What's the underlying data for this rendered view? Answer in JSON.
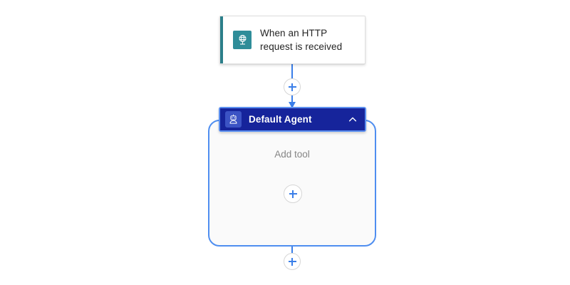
{
  "canvas": {
    "background": "#ffffff",
    "accent_blue": "#3a7ee8",
    "agent_navy": "#16249b",
    "agent_border": "#4f8ef0",
    "trigger_teal": "#2f8d99"
  },
  "trigger": {
    "label": "When an HTTP request is received",
    "icon": "globe-http-icon",
    "accent_color": "#2c7f8a"
  },
  "agent": {
    "title": "Default Agent",
    "icon": "robot-icon",
    "collapse_icon": "chevron-up-icon",
    "body": {
      "add_tool_label": "Add tool",
      "add_tool_button_icon": "plus-icon"
    }
  },
  "connectors": {
    "insert_above_agent_icon": "plus-icon",
    "insert_below_agent_icon": "plus-icon"
  }
}
